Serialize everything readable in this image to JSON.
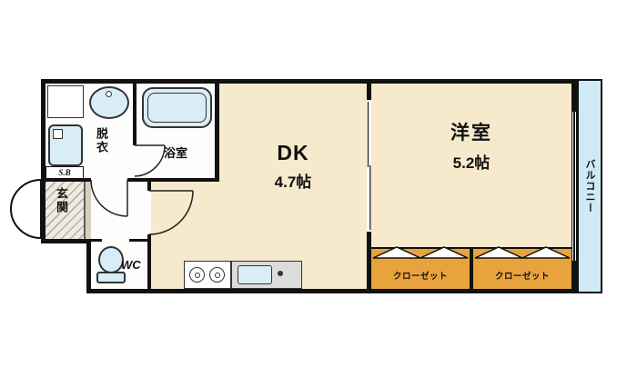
{
  "title": "floor-plan",
  "rooms": {
    "dk": {
      "name": "DK",
      "size": "4.7帖"
    },
    "western": {
      "name": "洋室",
      "size": "5.2帖"
    },
    "balcony": {
      "name": "バルコニー"
    },
    "bath": {
      "name": "浴室"
    },
    "dressing": {
      "name": "脱衣"
    },
    "entrance": {
      "name": "玄関"
    },
    "wc": {
      "name": "WC"
    },
    "closet_left": {
      "name": "クローゼット"
    },
    "closet_right": {
      "name": "クローゼット"
    },
    "shoebox": {
      "name": "S.B"
    }
  },
  "colors": {
    "room_floor": "#f6e9cc",
    "wet_floor": "#fdfdfb",
    "fixture_blue": "#d8edf6",
    "balcony_blue": "#cfeaf5",
    "closet_orange": "#e8a33d",
    "wall": "#111111"
  },
  "icons": {
    "bathtub": "rounded-rect",
    "toilet": "oval-bowl-with-tank",
    "washbasin": "oval",
    "stove-burners": "double-circles",
    "kitchen-sink": "blue-rect",
    "washing-machine-pan": "rounded-square",
    "door-swing": "quarter-arc",
    "folding-closet-door": "chevron-triangles",
    "sliding-door": "offset-parallel-lines",
    "window": "triple-line"
  }
}
